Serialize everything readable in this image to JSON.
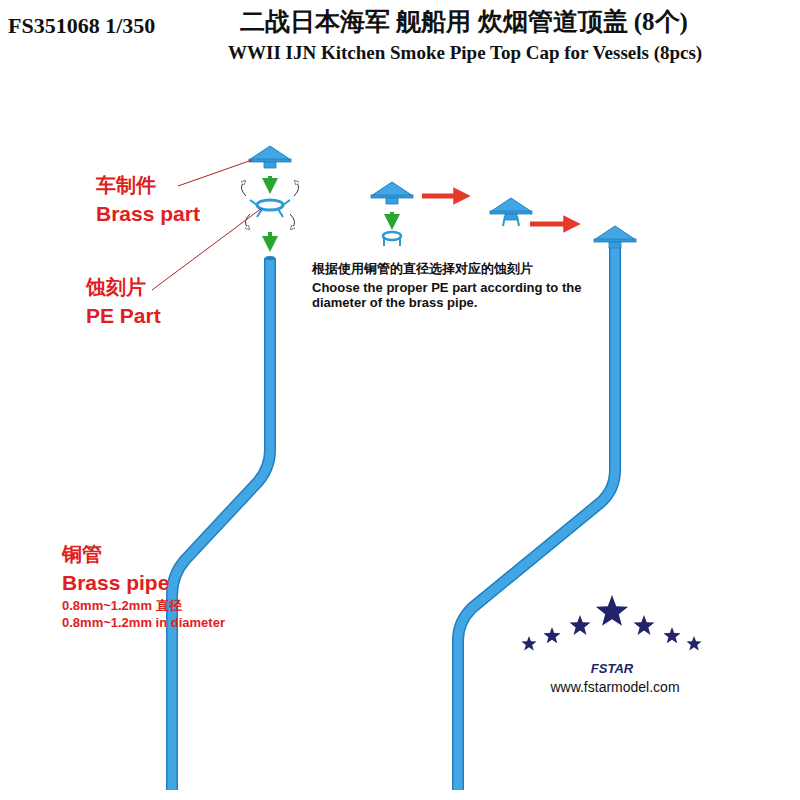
{
  "diagram": {
    "title": "WWII IJN Kitchen Smoke Pipe Top Cap for Vessels (8pcs)",
    "labels": [
      "FS351068 1/350",
      "二战日本海军 舰船用 炊烟管道顶盖 (8个)",
      "车制件",
      "Brass part",
      "蚀刻片",
      "PE Part",
      "铜管",
      "Brass pipe",
      "0.8mm~1.2mm 直径",
      "0.8mm~1.2mm in diameter",
      "根据使用铜管的直径选择对应的蚀刻片",
      "Choose the proper PE part according to the diameter of the brass pipe.",
      "FSTAR",
      "www.fstarmodel.com"
    ]
  }
}
